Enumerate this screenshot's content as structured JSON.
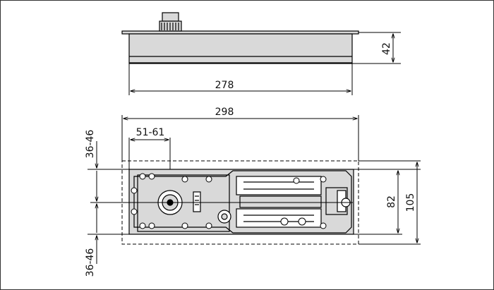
{
  "dimensions": {
    "top_height": "42",
    "top_length": "278",
    "total_length": "298",
    "spindle_offset": "51-61",
    "side_top_range": "36-46",
    "side_bottom_range": "36-46",
    "inner_height": "82",
    "outer_height": "105"
  },
  "colors": {
    "line": "#000000",
    "fill": "#d9d9d9",
    "background": "#ffffff"
  }
}
